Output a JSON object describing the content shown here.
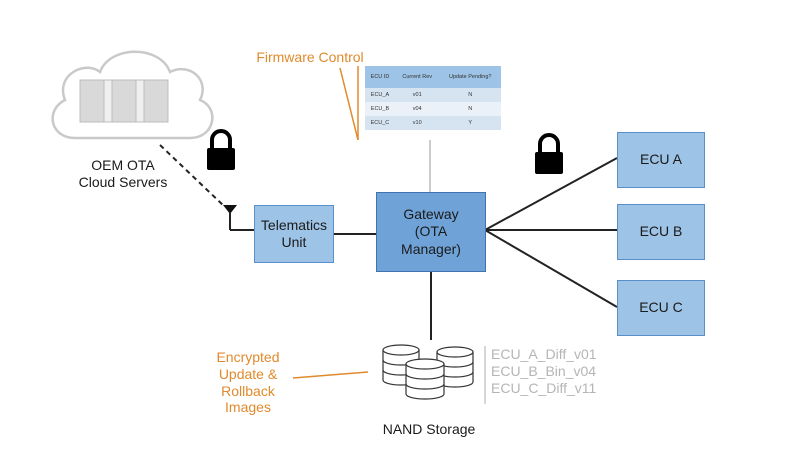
{
  "cloud": {
    "label_line1": "OEM OTA",
    "label_line2": "Cloud Servers"
  },
  "firmware_control": {
    "title": "Firmware Control",
    "headers": [
      "ECU ID",
      "Current Rev",
      "Update Pending?"
    ],
    "rows": [
      [
        "ECU_A",
        "v01",
        "N"
      ],
      [
        "ECU_B",
        "v04",
        "N"
      ],
      [
        "ECU_C",
        "v10",
        "Y"
      ]
    ]
  },
  "telematics": {
    "line1": "Telematics",
    "line2": "Unit"
  },
  "gateway": {
    "line1": "Gateway",
    "line2": "(OTA",
    "line3": "Manager)"
  },
  "ecus": [
    "ECU A",
    "ECU B",
    "ECU C"
  ],
  "storage": {
    "label": "NAND Storage",
    "files": [
      "ECU_A_Diff_v01",
      "ECU_B_Bin_v04",
      "ECU_C_Diff_v11"
    ]
  },
  "encrypted": [
    "Encrypted",
    "Update &",
    "Rollback",
    "Images"
  ],
  "icons": [
    "cloud-icon",
    "server-icon",
    "lock-icon",
    "antenna-icon",
    "database-icon"
  ],
  "colors": {
    "box_fill": "#9dc3e6",
    "box_border": "#5b8fc9",
    "accent_orange": "#e08a2c",
    "file_gray": "#b5b5b5"
  }
}
